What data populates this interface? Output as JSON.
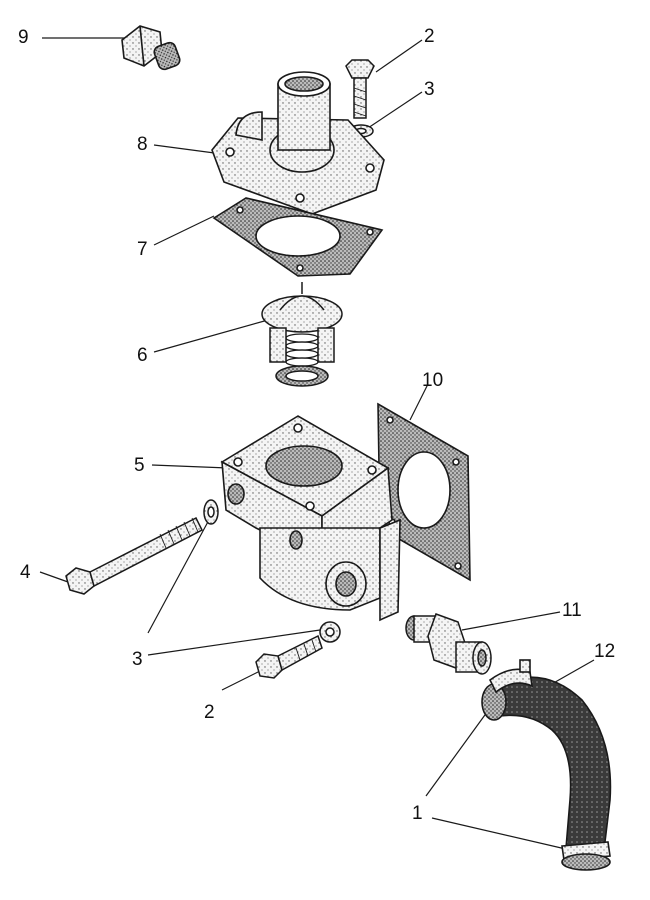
{
  "diagram": {
    "callouts": [
      {
        "id": "c9a",
        "text": "9"
      },
      {
        "id": "c2a",
        "text": "2"
      },
      {
        "id": "c3a",
        "text": "3"
      },
      {
        "id": "c8",
        "text": "8"
      },
      {
        "id": "c7",
        "text": "7"
      },
      {
        "id": "c6",
        "text": "6"
      },
      {
        "id": "c10",
        "text": "10"
      },
      {
        "id": "c5",
        "text": "5"
      },
      {
        "id": "c4",
        "text": "4"
      },
      {
        "id": "c3b",
        "text": "3"
      },
      {
        "id": "c11",
        "text": "11"
      },
      {
        "id": "c12",
        "text": "12"
      },
      {
        "id": "c2b",
        "text": "2"
      },
      {
        "id": "c1",
        "text": "1"
      }
    ],
    "colors": {
      "ink": "#1a1a1a",
      "fill": "#e8e8e8",
      "dark": "#333333",
      "paper": "#ffffff"
    }
  }
}
